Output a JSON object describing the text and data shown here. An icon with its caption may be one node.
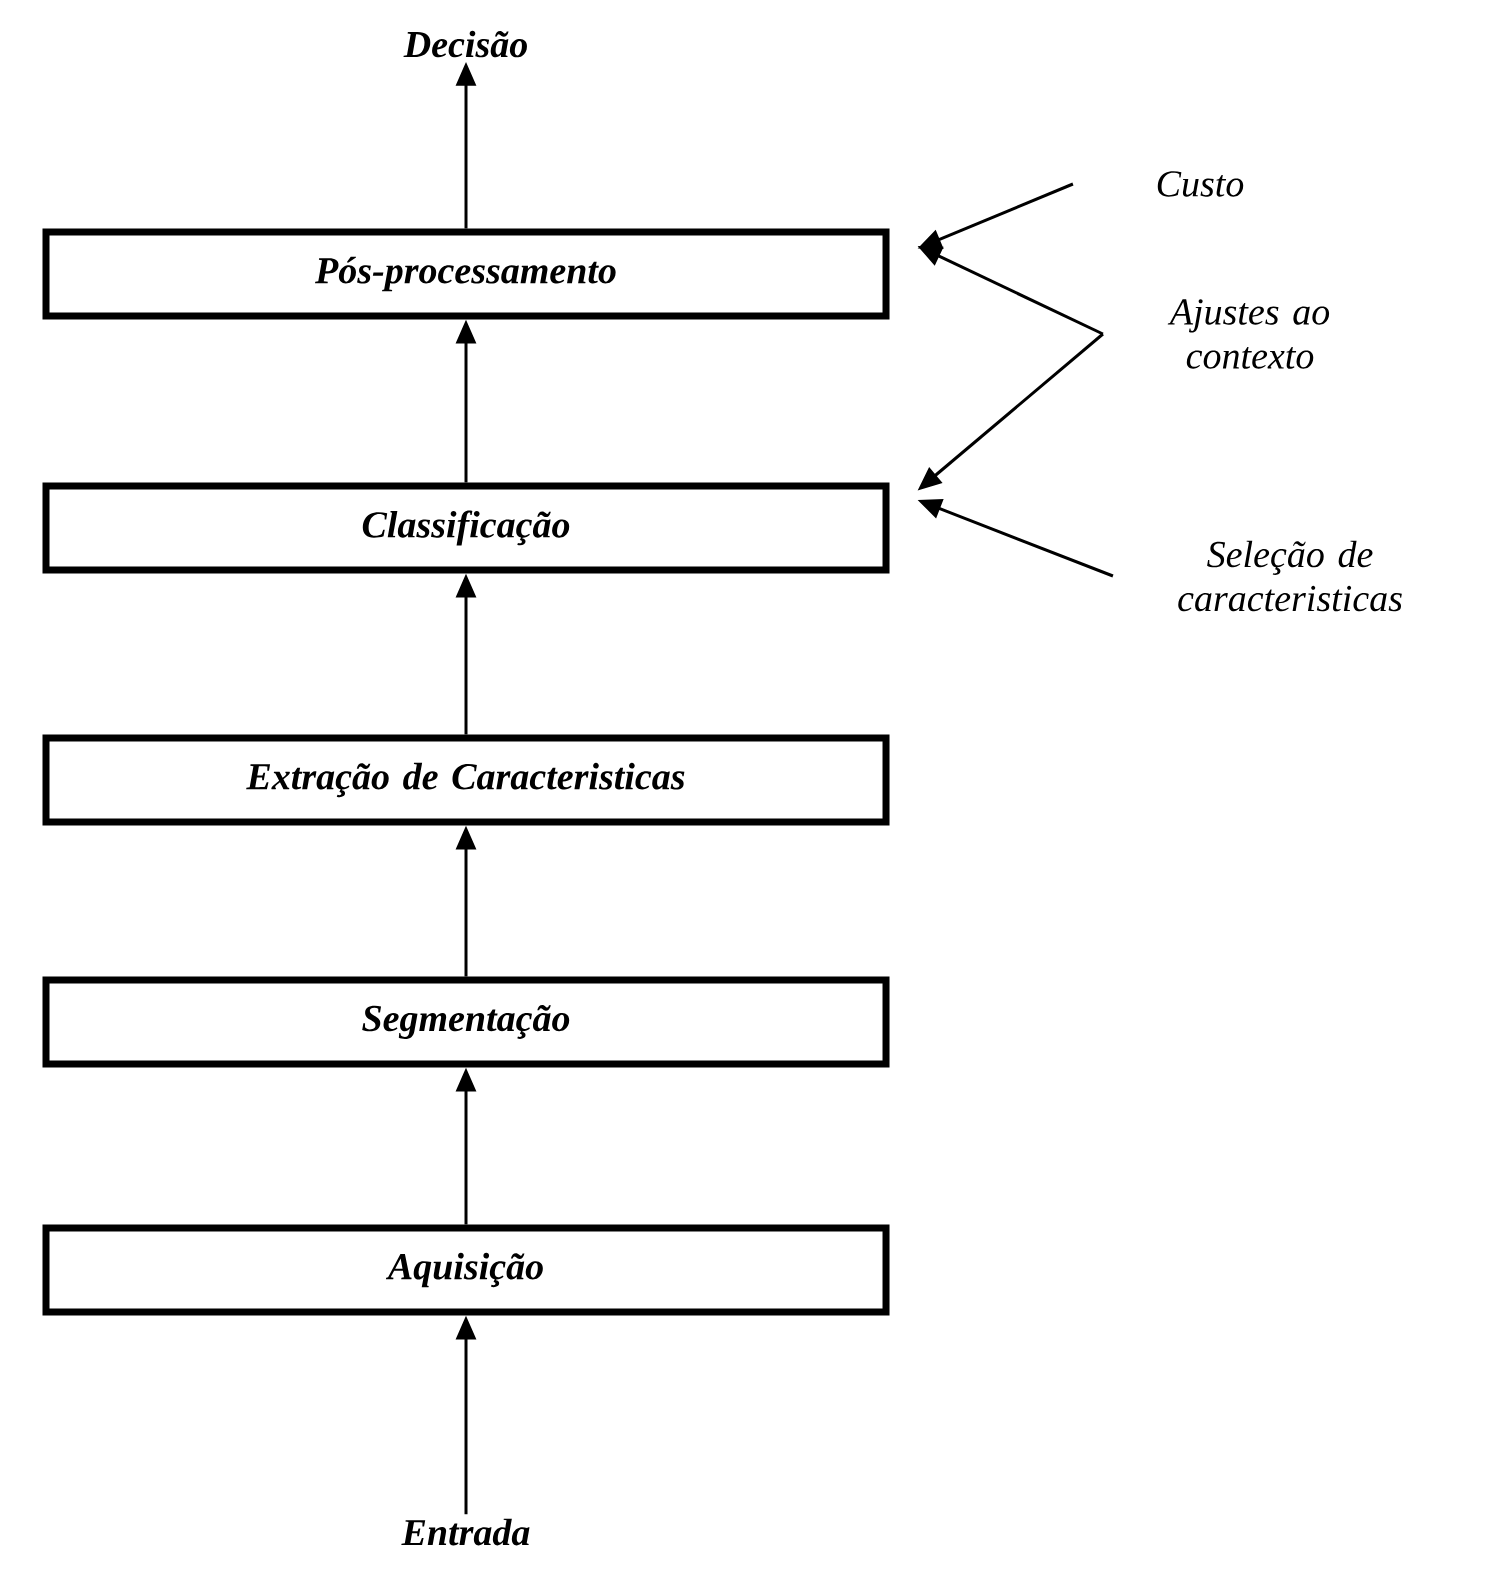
{
  "diagram": {
    "nodes": [
      {
        "text": [
          "Decisão"
        ]
      },
      {
        "text": [
          "Pós-processamento"
        ]
      },
      {
        "text": [
          "Classificação"
        ]
      },
      {
        "text": [
          "Extração de Caracteristicas"
        ]
      },
      {
        "text": [
          "Segmentação"
        ]
      },
      {
        "text": [
          "Aquisição"
        ]
      },
      {
        "text": [
          "Entrada"
        ]
      },
      {
        "text": [
          "Custo"
        ]
      },
      {
        "text": [
          "Ajustes ao contexto"
        ]
      },
      {
        "text": [
          "Seleção de caracteristicas"
        ]
      }
    ],
    "edges": [
      {
        "from": 6,
        "to": 5,
        "arrow": "to"
      },
      {
        "from": 5,
        "to": 4,
        "arrow": "to"
      },
      {
        "from": 4,
        "to": 3,
        "arrow": "to"
      },
      {
        "from": 3,
        "to": 2,
        "arrow": "to"
      },
      {
        "from": 2,
        "to": 1,
        "arrow": "to"
      },
      {
        "from": 1,
        "to": 0,
        "arrow": "to"
      },
      {
        "from": 7,
        "to": 1,
        "arrow": "to"
      },
      {
        "from": 8,
        "to": 1,
        "arrow": "to"
      },
      {
        "from": 8,
        "to": 2,
        "arrow": "to"
      },
      {
        "from": 9,
        "to": 2,
        "arrow": "to"
      }
    ]
  }
}
